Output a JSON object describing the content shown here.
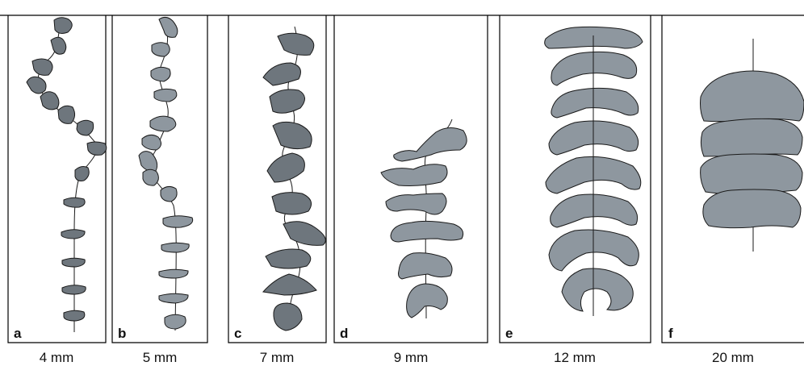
{
  "panels": [
    {
      "id": "a",
      "letter": "a",
      "size": "4 mm"
    },
    {
      "id": "b",
      "letter": "b",
      "size": "5 mm"
    },
    {
      "id": "c",
      "letter": "c",
      "size": "7 mm"
    },
    {
      "id": "d",
      "letter": "d",
      "size": "9 mm"
    },
    {
      "id": "e",
      "letter": "e",
      "size": "12 mm"
    },
    {
      "id": "f",
      "letter": "f",
      "size": "20 mm"
    }
  ],
  "colors": {
    "segment_dark": "#6e767d",
    "segment_light": "#8e979f",
    "outline": "#1a1a1a",
    "frame": "#000000"
  }
}
